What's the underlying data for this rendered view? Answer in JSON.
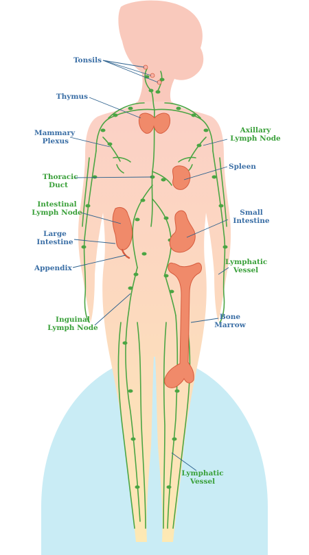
{
  "colors": {
    "background_dome": "#c9ecf5",
    "body_skin_top": "#fbd3c7",
    "body_skin_bottom": "#fde6b0",
    "head_silhouette": "#f9c9bc",
    "lymph_vessel": "#4aa543",
    "lymph_node": "#4aa543",
    "organ": "#f08a6a",
    "organ_dark": "#d65c3f",
    "label_blue": "#3a6ea5",
    "label_green": "#3aa03a",
    "leader_line": "#2a5f8c"
  },
  "labels": {
    "tonsils": "Tonsils",
    "thymus": "Thymus",
    "mammary_plexus": [
      "Mammary",
      "Plexus"
    ],
    "axillary_lymph_node": [
      "Axillary",
      "Lymph Node"
    ],
    "spleen": "Spleen",
    "thoracic_duct": [
      "Thoracic",
      "Duct"
    ],
    "intestinal_lymph_node": [
      "Intestinal",
      "Lymph Node"
    ],
    "small_intestine": [
      "Small",
      "Intestine"
    ],
    "large_intestine": [
      "Large",
      "Intestine"
    ],
    "appendix": "Appendix",
    "lymphatic_vessel_arm": [
      "Lymphatic",
      "Vessel"
    ],
    "inguinal_lymph_node": [
      "Inguinal",
      "Lymph Node"
    ],
    "bone_marrow": [
      "Bone",
      "Marrow"
    ],
    "lymphatic_vessel_leg": [
      "Lymphatic",
      "Vessel"
    ]
  }
}
